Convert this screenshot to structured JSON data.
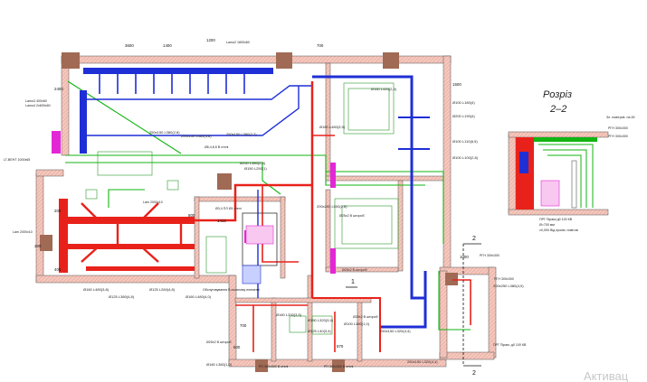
{
  "section": {
    "title": "Розріз",
    "number": "2–2",
    "labels": [
      "Зл. повітров. на 45",
      "РГН 300х300",
      "РГН 300х300",
      "ПРГ Пірамі д0 100 КВ",
      "Ø=700 мм",
      "±0,000 Від проєм. повітов"
    ],
    "marker_top": "2",
    "marker_bottom": "2",
    "cut_mark": "1"
  },
  "dimensions": [
    "3600",
    "1400",
    "1200",
    "700",
    "2400",
    "1500",
    "1000",
    "800",
    "200",
    "700",
    "870",
    "1415",
    "400",
    "600",
    "300"
  ],
  "duct_labels": [
    "250х150  L380(2,8)",
    "200х150  L460(3,8)",
    "250х150  L380(2,2)",
    "Ø250  L380(2,8)",
    "Ø160  L480(3,5)",
    "Ø160  L440(2,4)",
    "200х200  L500(2,8)",
    "Ø100  L180(4)",
    "Ø200  L190(4)",
    "Ø100  L110(6,5)",
    "Ø100  L100(2,8)",
    "Ø160  L480(3,8)",
    "Ø125  L260(4,8)",
    "Ø160  L330(3,5)",
    "Ø150  L320(3,4)",
    "Ø160  L380(1,0)",
    "Ø125  L40(3,4)",
    "Ø125  L380(4,8)",
    "Ø160  L480(4,0)",
    "250х150  L320(4,4)",
    "250х150  L320(4,4)",
    "200х250  L380(4,0)",
    "Ø150  L250(1)",
    "Ø100  L380(1,0)"
  ],
  "grille_labels": [
    "Lamo2 1800х60",
    "Lamo3 400х60",
    "Lamo4 2x600х60",
    "Lam 2000х10",
    "Lam 2000х10",
    "LT-ВЕНТ 1000х65",
    "Ø25х2 В штороб",
    "Ø25х2 В штороб",
    "Ø25х2 В штороб",
    "Ø25х2 В штороб",
    "РГН 300х300",
    "РГН 300х300",
    "РП 300х300 В стелі",
    "РП 300х300 В стелі",
    "Обслуговування В скляному елементі",
    "Ø6,4,8,5 В стелі",
    "ПРГ Пірам. д0 100 КВ",
    "Ø3,4 ПЛ Ø1 стелі"
  ],
  "watermark": "Активац",
  "colors": {
    "supply": "#e8221b",
    "exhaust": "#1f2fd6",
    "drain": "#12b512",
    "recirc": "#e327d6",
    "wall": "#f6c7bd",
    "column": "#a06a55"
  }
}
